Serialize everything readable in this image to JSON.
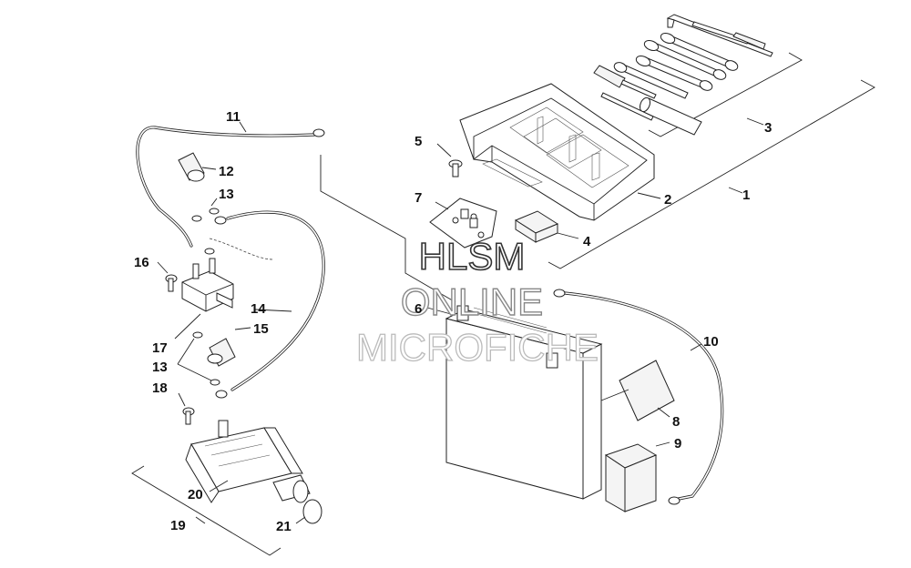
{
  "watermark": {
    "line1": "HLSM",
    "line2": "ONLINE",
    "line3": "MICROFICHE"
  },
  "callouts": {
    "c1": "1",
    "c2": "2",
    "c3": "3",
    "c4": "4",
    "c5": "5",
    "c6": "6",
    "c7": "7",
    "c8": "8",
    "c9": "9",
    "c10": "10",
    "c11": "11",
    "c12": "12",
    "c13a": "13",
    "c13b": "13",
    "c14": "14",
    "c15": "15",
    "c16": "16",
    "c17": "17",
    "c18": "18",
    "c19": "19",
    "c20": "20",
    "c21": "21"
  }
}
